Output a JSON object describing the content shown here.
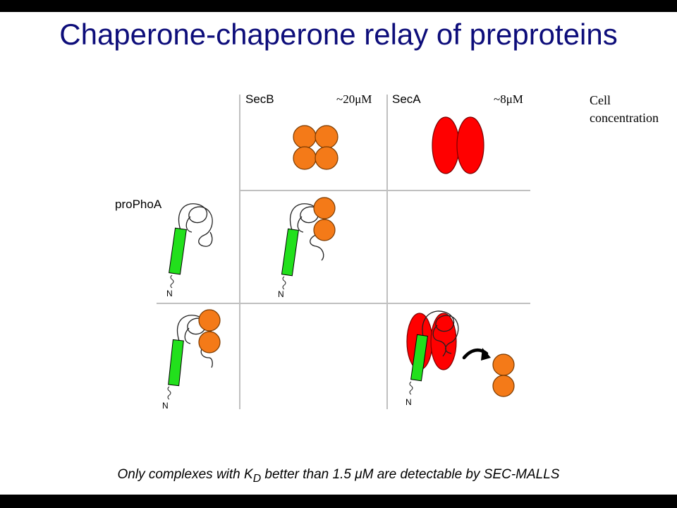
{
  "title": "Chaperone-chaperone relay of preproteins",
  "columns": {
    "secb": {
      "name": "SecB",
      "conc": "~20μM"
    },
    "seca": {
      "name": "SecA",
      "conc": "~8μM"
    },
    "cell_concentration": {
      "line1": "Cell",
      "line2": "concentration"
    }
  },
  "rows": {
    "prophoa": "proPhoA"
  },
  "n_terminus_label": "N",
  "footer": {
    "before": "Only complexes with K",
    "sub": "D",
    "after": " better than 1.5 μM are detectable by SEC-MALLS"
  },
  "colors": {
    "title": "#0d0d7a",
    "secb": "#f47a18",
    "seca": "#ff0000",
    "prophoa_helix": "#22e01c",
    "grid": "#c0c0c0"
  }
}
